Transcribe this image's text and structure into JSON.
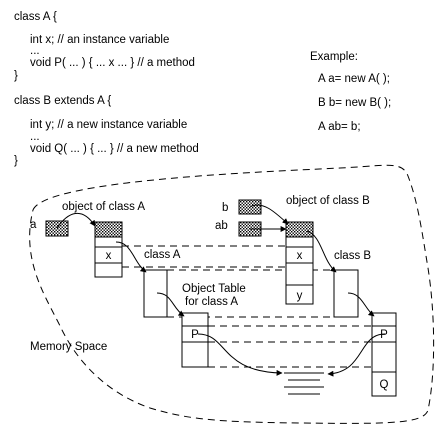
{
  "code": {
    "class_a": {
      "header": "class A {",
      "field": "int x; // an instance variable",
      "method_dots": "...",
      "method": "void P( ... ) { ... x ... } // a method",
      "close": "}"
    },
    "class_b": {
      "header": "class B extends A {",
      "field": "int y; // a new instance variable",
      "method_dots": "...",
      "method": "void Q( ... ) { ... } // a new method",
      "close": "}"
    }
  },
  "example": {
    "title": "Example:",
    "lines": [
      "A a= new A( );",
      "B b= new B( );",
      "A ab= b;"
    ]
  },
  "labels": {
    "obj_a": "object of class A",
    "obj_b": "object of class B",
    "ref_a": "a",
    "ref_b": "b",
    "ref_ab": "ab",
    "class_a": "class A",
    "class_b": "class B",
    "table_line1": "Object Table",
    "table_line2": "for class A",
    "memory": "Memory Space"
  },
  "cells": {
    "a_x": "x",
    "b_x": "x",
    "b_y": "y",
    "ta_p": "P",
    "tb_p": "P",
    "tb_q": "Q"
  }
}
